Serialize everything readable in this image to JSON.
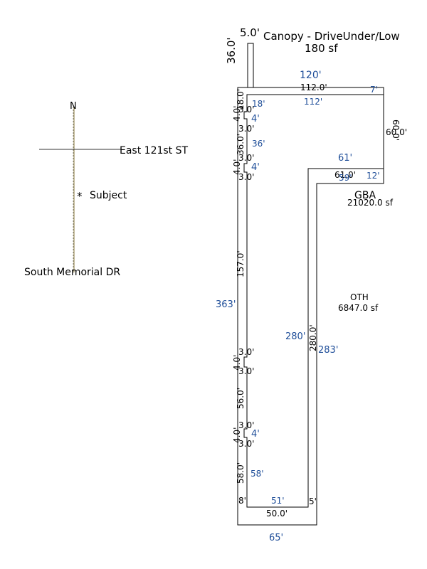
{
  "colors": {
    "ink": "#000000",
    "blue_label": "#1f4e99",
    "compass_line": "#8a7a3a"
  },
  "compass": {
    "north": "N",
    "street_ew": "East 121st ST",
    "street_ns": "South Memorial DR",
    "subject_marker": "*",
    "subject_label": "Subject"
  },
  "canopy": {
    "width": "5.0'",
    "depth": "36.0'",
    "name": "Canopy - DriveUnder/Low",
    "area": "180 sf"
  },
  "gba": {
    "label": "GBA",
    "area": "21020.0 sf",
    "dims": {
      "top_outer": "120'",
      "top": "112.0'",
      "top_inner": "112'",
      "right_notch": "7'",
      "right_side": "60.0'",
      "wing_outer": "61'",
      "wing": "61.0'",
      "wing_inner": "59'",
      "wing_end": "12'",
      "left_top": "18.0'",
      "left_top_b": "18'",
      "j1_a": "3.0'",
      "j1_w": "4.0'",
      "j1_b": "4'",
      "j1_c": "3.0'",
      "seg2": "36.0'",
      "seg2_b": "36'",
      "j2_a": "3.0'",
      "j2_w": "4.0'",
      "j2_b": "4'",
      "j2_c": "3.0'",
      "seg3": "157.0'",
      "j3_a": "3.0'",
      "j3_w": "4.0'",
      "j3_c": "3.0'",
      "seg4": "56.0'",
      "j4_a": "3.0'",
      "j4_w": "4.0'",
      "j4_b": "4'",
      "j4_c": "3.0'",
      "seg5": "58.0'",
      "seg5_b": "58'",
      "inner_right": "280.0'",
      "inner_right_b": "280'",
      "bottom": "50.0'",
      "bottom_b": "51'",
      "corner_left": "8'",
      "corner_right": "5'"
    }
  },
  "oth": {
    "label": "OTH",
    "area": "6847.0 sf",
    "left_side": "363'",
    "right_side": "283'",
    "bottom": "65'"
  }
}
